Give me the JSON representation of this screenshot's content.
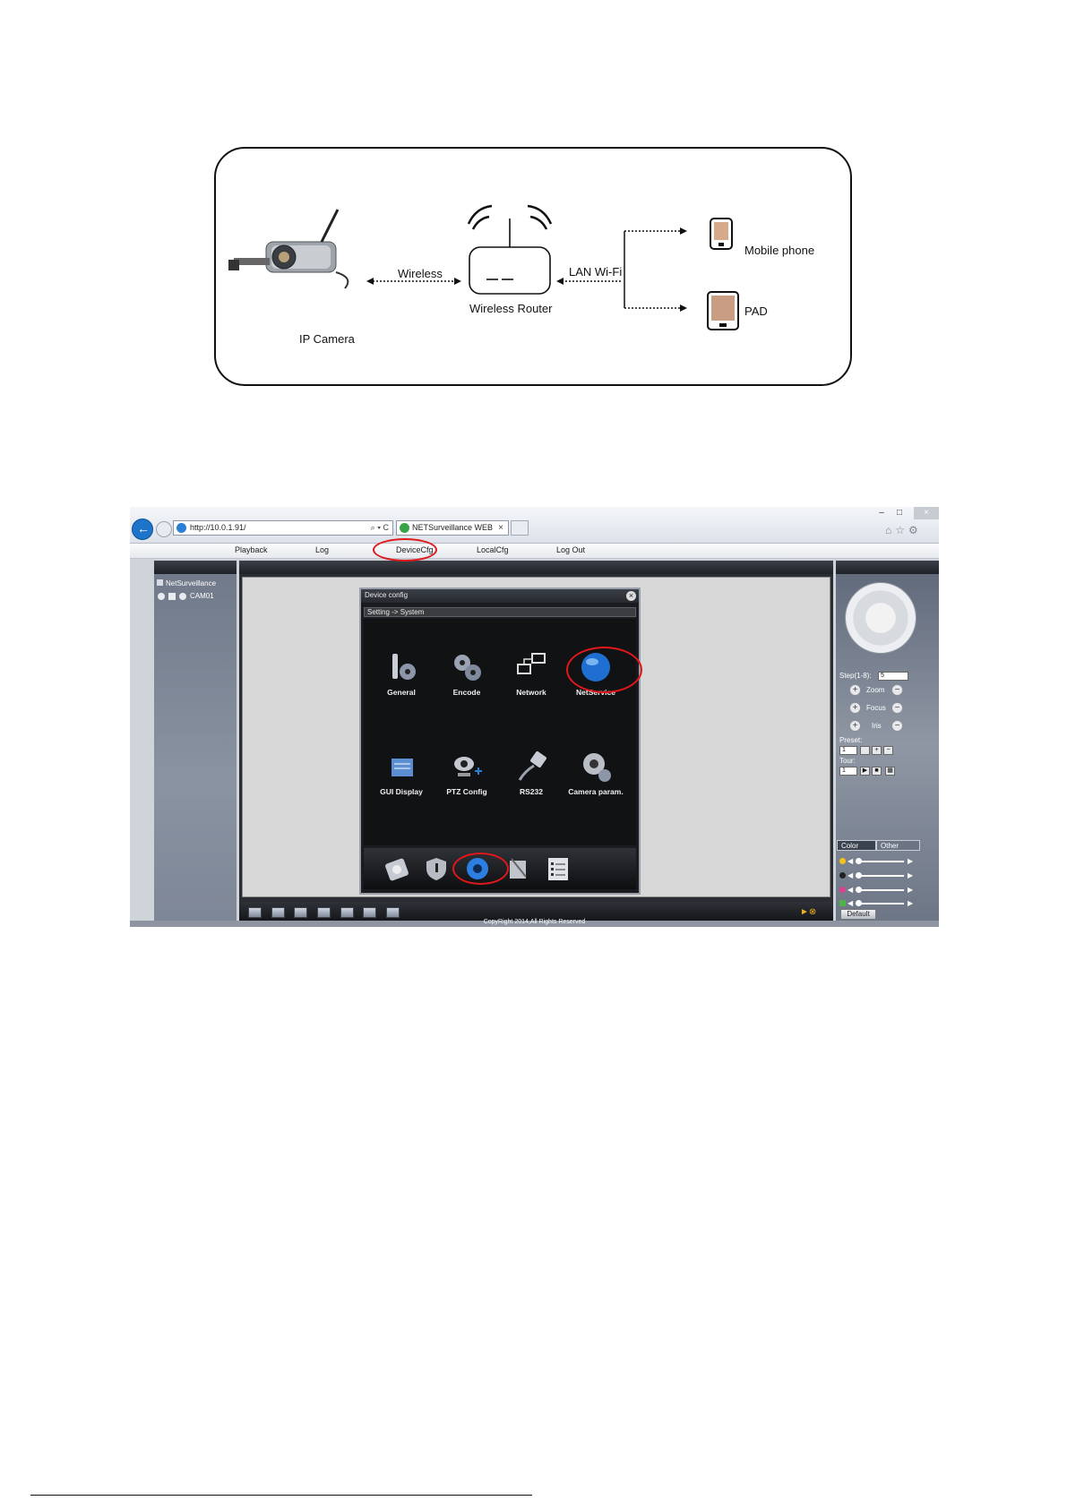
{
  "diagram": {
    "camera_label": "IP Camera",
    "wireless_label": "Wireless",
    "router_label": "Wireless Router",
    "lan_label": "LAN Wi-Fi",
    "mobile_label": "Mobile phone",
    "pad_label": "PAD"
  },
  "browser": {
    "address": "http://10.0.1.91/",
    "address_tools": "⌕ ▾ C",
    "tab_title": "NETSurveillance WEB",
    "tab_close": "×",
    "window_controls": [
      "–",
      "□",
      "×"
    ],
    "right_icons": "⌂☆⚙"
  },
  "menu": [
    "Playback",
    "Log",
    "DeviceCfg",
    "LocalCfg",
    "Log Out"
  ],
  "left_panel": {
    "root": "NetSurveillance",
    "camera": "CAM01"
  },
  "dialog": {
    "title": "Device config",
    "close": "×",
    "breadcrumb": "Setting -> System",
    "items": [
      "General",
      "Encode",
      "Network",
      "NetService",
      "GUI Display",
      "PTZ Config",
      "RS232",
      "Camera param."
    ]
  },
  "ptz_panel": {
    "step_label": "Step(1-8):",
    "step_value": "5",
    "zoom_label": "Zoom",
    "focus_label": "Focus",
    "iris_label": "Iris",
    "preset_label": "Preset:",
    "preset_value": "1",
    "tour_label": "Tour:",
    "tour_value": "1",
    "tab_color": "Color",
    "tab_other": "Other",
    "default_button": "Default"
  },
  "footer": {
    "copyright": "CopyRight 2014,All Rights Reserved"
  },
  "colors": {
    "highlight": "#e0181b",
    "accent_blue": "#1d74c8"
  }
}
